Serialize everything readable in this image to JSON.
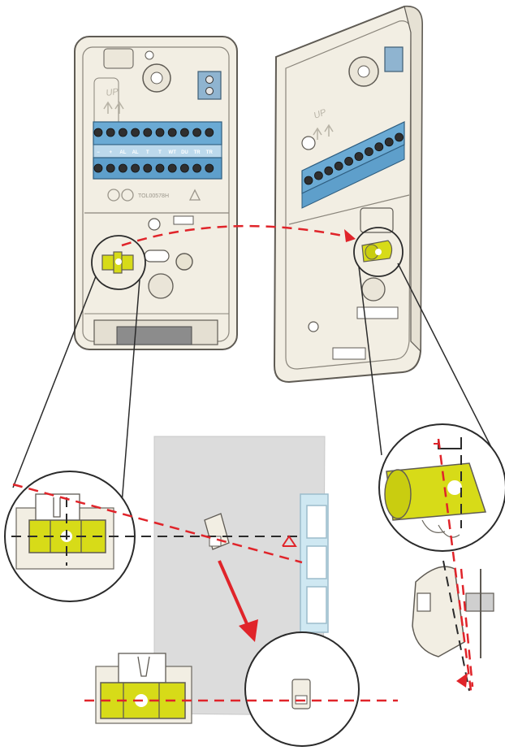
{
  "colors": {
    "housing": "#f3efe4",
    "housing_edge": "#6b675f",
    "terminal_block": "#6aaad4",
    "terminal_dark": "#2f2f2f",
    "lens_yellow": "#d7db18",
    "lens_highlight": "#ffffff",
    "laser_red": "#e0242a",
    "wall_gray": "#dddddd",
    "glass_blue": "#cfe8f2"
  },
  "front_panel": {
    "up_label": "UP",
    "terminal_labels": [
      "−",
      "+",
      "AL",
      "AL",
      "T",
      "T",
      "WT",
      "DU",
      "TR",
      "TR"
    ],
    "model_code": "TOL00578H"
  },
  "side_panel": {
    "up_label": "UP"
  },
  "icons": {
    "up_arrows": "double-up-arrow-icon",
    "recycle": "recycle-icon",
    "alignment_marker": "alignment-tick-icon"
  }
}
